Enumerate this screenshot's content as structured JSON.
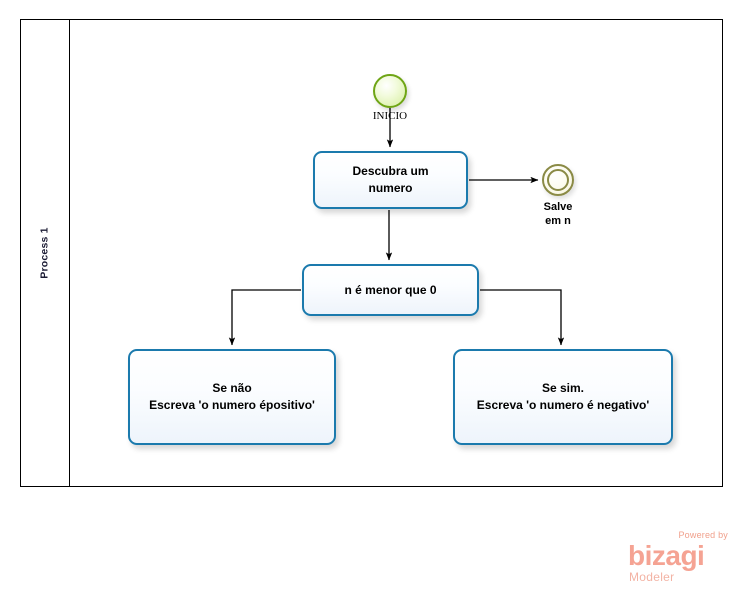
{
  "diagram": {
    "pool": {
      "lane_label": "Process 1"
    },
    "start_event": {
      "name": "start-event",
      "label": "INICIO",
      "color": "#6fa516"
    },
    "intermediate_event": {
      "name": "intermediate-event",
      "label_line1": "Salve",
      "label_line2": "em n",
      "color": "#8a8a45"
    },
    "tasks": [
      {
        "id": "task-descubra",
        "line1": "Descubra um",
        "line2": "numero",
        "border_color": "#1b7aad"
      },
      {
        "id": "task-condicao",
        "line1": "n é menor que 0",
        "line2": "",
        "border_color": "#1b7aad"
      },
      {
        "id": "task-se-nao",
        "line1": "Se não",
        "line2": "Escreva 'o numero épositivo'",
        "border_color": "#1b7aad"
      },
      {
        "id": "task-se-sim",
        "line1": "Se sim.",
        "line2": "Escreva 'o numero é negativo'",
        "border_color": "#1b7aad"
      }
    ]
  },
  "branding": {
    "powered_by": "Powered by",
    "product": "bizagi",
    "edition": "Modeler",
    "color": "#f5a393"
  }
}
